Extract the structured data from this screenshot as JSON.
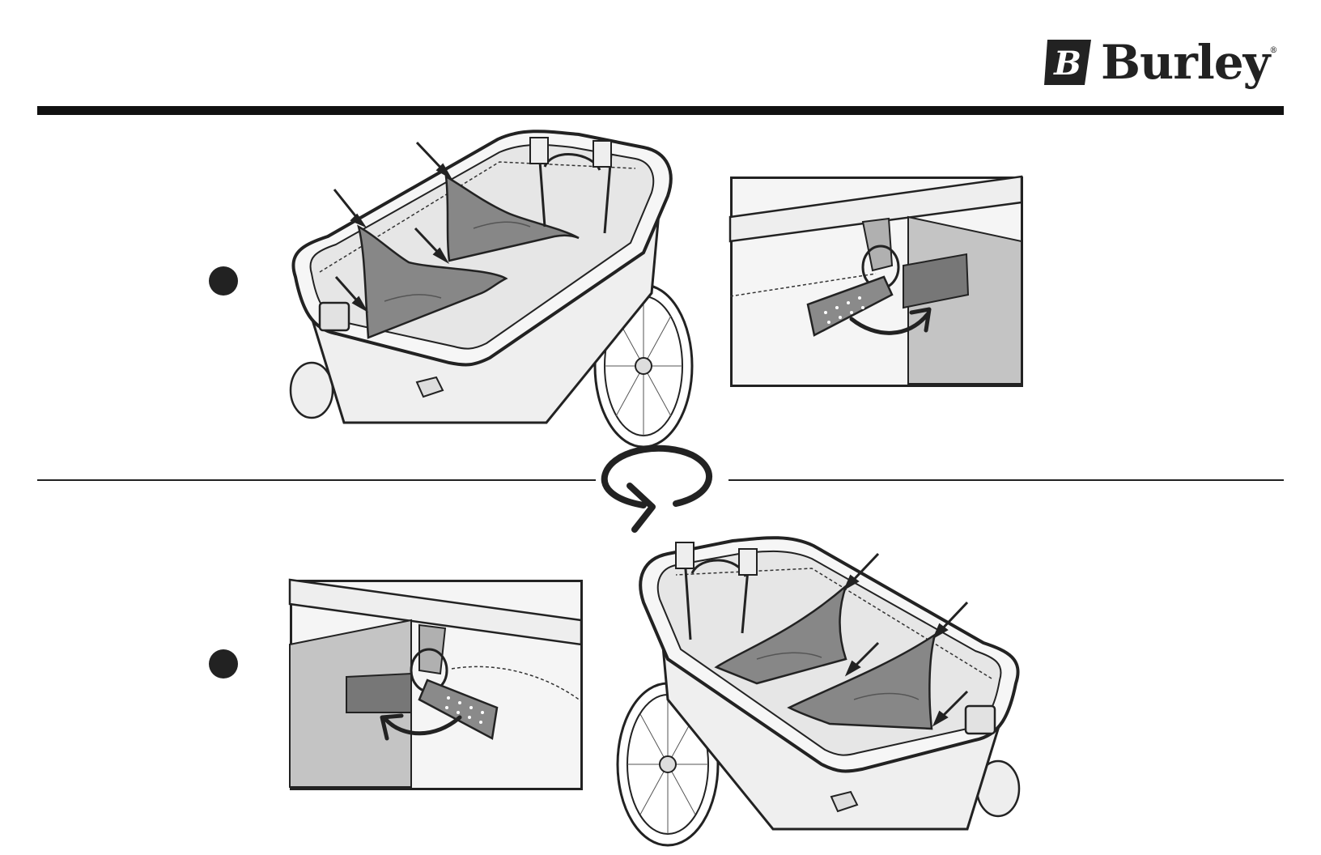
{
  "brand": {
    "logo_text": "Burley",
    "logo_mark": "B",
    "registered": "®"
  },
  "steps": [
    {
      "id": 1,
      "marker": "filled-circle"
    },
    {
      "id": 2,
      "marker": "filled-circle"
    }
  ],
  "icons": {
    "rotate": "rotate-clockwise-icon",
    "fold": "curved-arrow-icon",
    "pointer": "arrow-pointer-icon"
  },
  "colors": {
    "ink": "#222222",
    "fabric": "#8a8a8a",
    "shell": "#ececec",
    "panel": "#c4c4c4"
  }
}
